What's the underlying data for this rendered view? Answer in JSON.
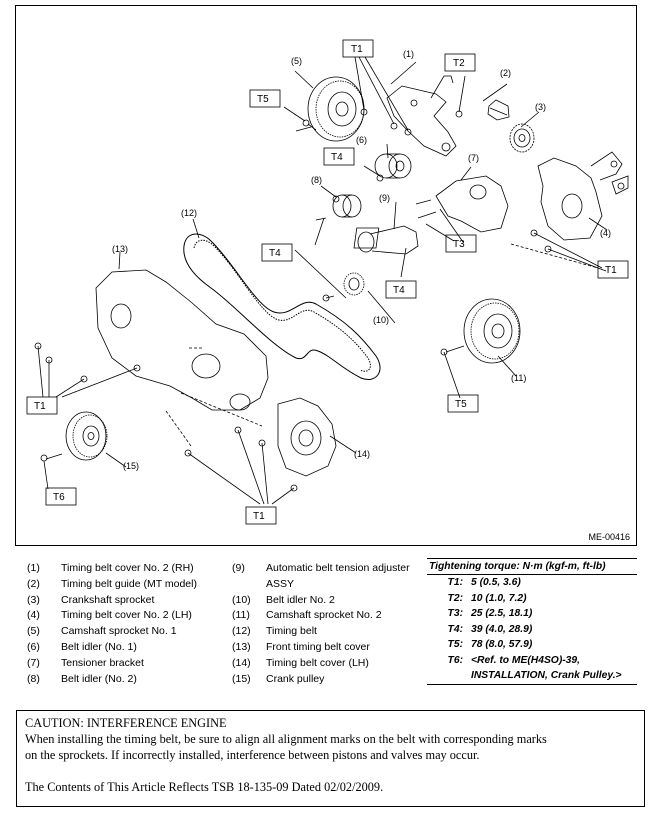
{
  "diagram": {
    "ref_code": "ME-00416",
    "callouts": [
      "(1)",
      "(2)",
      "(3)",
      "(4)",
      "(5)",
      "(6)",
      "(7)",
      "(8)",
      "(9)",
      "(10)",
      "(11)",
      "(12)",
      "(13)",
      "(14)",
      "(15)"
    ],
    "torque_tags": [
      "T1",
      "T2",
      "T3",
      "T4",
      "T5",
      "T6"
    ]
  },
  "legend": [
    {
      "num": "(1)",
      "text": "Timing belt cover No. 2 (RH)"
    },
    {
      "num": "(2)",
      "text": "Timing belt guide (MT model)"
    },
    {
      "num": "(3)",
      "text": "Crankshaft sprocket"
    },
    {
      "num": "(4)",
      "text": "Timing belt cover No. 2 (LH)"
    },
    {
      "num": "(5)",
      "text": "Camshaft sprocket No. 1"
    },
    {
      "num": "(6)",
      "text": "Belt idler (No. 1)"
    },
    {
      "num": "(7)",
      "text": "Tensioner bracket"
    },
    {
      "num": "(8)",
      "text": "Belt idler (No. 2)"
    },
    {
      "num": "(9)",
      "text": "Automatic belt tension adjuster"
    },
    {
      "num": "",
      "text": "ASSY"
    },
    {
      "num": "(10)",
      "text": "Belt idler No. 2"
    },
    {
      "num": "(11)",
      "text": "Camshaft sprocket No. 2"
    },
    {
      "num": "(12)",
      "text": "Timing belt"
    },
    {
      "num": "(13)",
      "text": "Front timing belt cover"
    },
    {
      "num": "(14)",
      "text": "Timing belt cover (LH)"
    },
    {
      "num": "(15)",
      "text": "Crank pulley"
    }
  ],
  "torque": {
    "heading": "Tightening torque: N·m (kgf-m, ft-lb)",
    "rows": [
      {
        "key": "T1:",
        "value": "5 (0.5, 3.6)"
      },
      {
        "key": "T2:",
        "value": "10 (1.0, 7.2)"
      },
      {
        "key": "T3:",
        "value": "25 (2.5, 18.1)"
      },
      {
        "key": "T4:",
        "value": "39 (4.0, 28.9)"
      },
      {
        "key": "T5:",
        "value": "78 (8.0, 57.9)"
      },
      {
        "key": "T6:",
        "value": "<Ref. to ME(H4SO)-39,"
      },
      {
        "key": "",
        "value": "INSTALLATION, Crank Pulley.>"
      }
    ]
  },
  "caution": {
    "title": "CAUTION: INTERFERENCE ENGINE",
    "line1": " When installing the timing belt, be sure to align all alignment marks on the belt with corresponding marks",
    "line2": "on the sprockets. If incorrectly installed, interference between pistons and valves may occur.",
    "tsb": "The Contents of This Article Reflects TSB 18-135-09 Dated 02/02/2009."
  }
}
